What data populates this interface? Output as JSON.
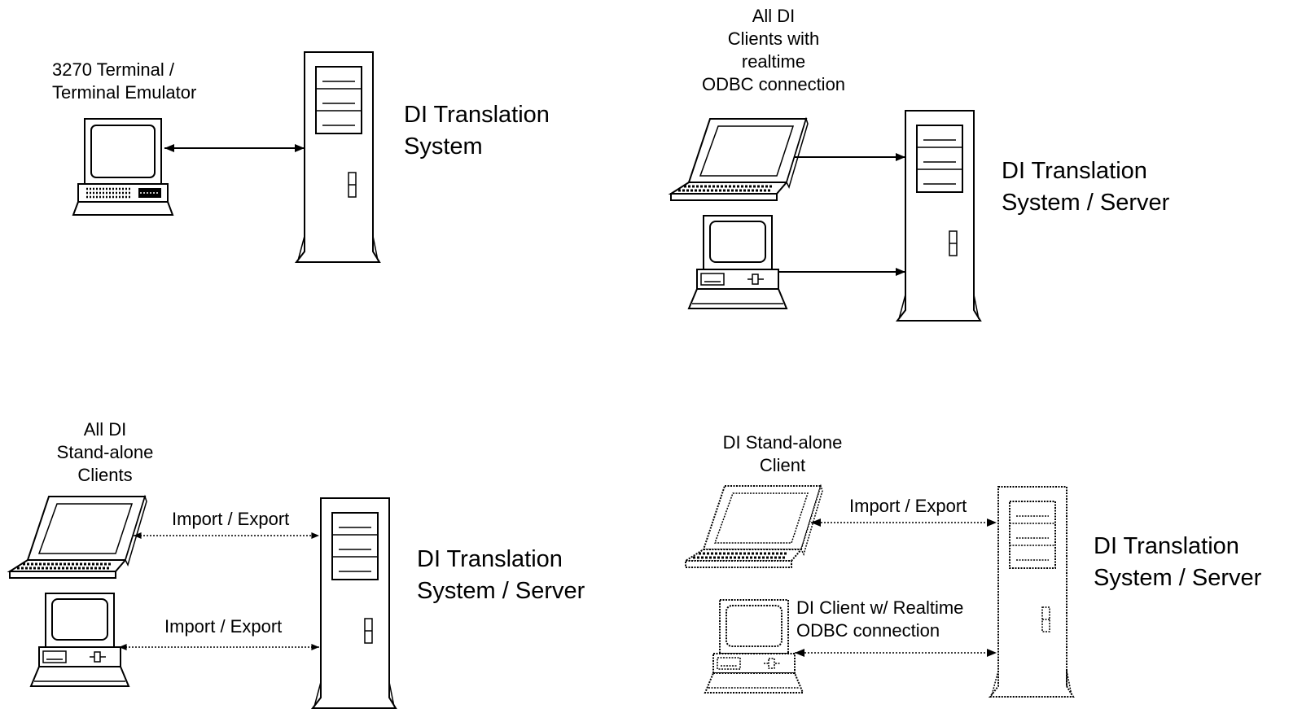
{
  "panels": {
    "top_left": {
      "client_label": [
        "3270 Terminal /",
        "Terminal Emulator"
      ],
      "server_label": [
        "DI Translation",
        "System"
      ]
    },
    "top_right": {
      "client_label": [
        "All DI",
        "Clients with",
        "realtime",
        "ODBC connection"
      ],
      "server_label": [
        "DI Translation",
        "System / Server"
      ]
    },
    "bottom_left": {
      "client_label": [
        "All DI",
        "Stand-alone",
        "Clients"
      ],
      "link_label_upper": "Import / Export",
      "link_label_lower": "Import / Export",
      "server_label": [
        "DI Translation",
        "System / Server"
      ]
    },
    "bottom_right": {
      "client_label": [
        "DI Stand-alone",
        "Client"
      ],
      "link_label_upper": "Import / Export",
      "link_label_lower": [
        "DI Client w/ Realtime",
        "ODBC connection"
      ],
      "server_label": [
        "DI Translation",
        "System / Server"
      ]
    }
  },
  "icons": [
    "terminal-icon",
    "laptop-icon",
    "desktop-computer-icon",
    "tower-server-icon"
  ]
}
